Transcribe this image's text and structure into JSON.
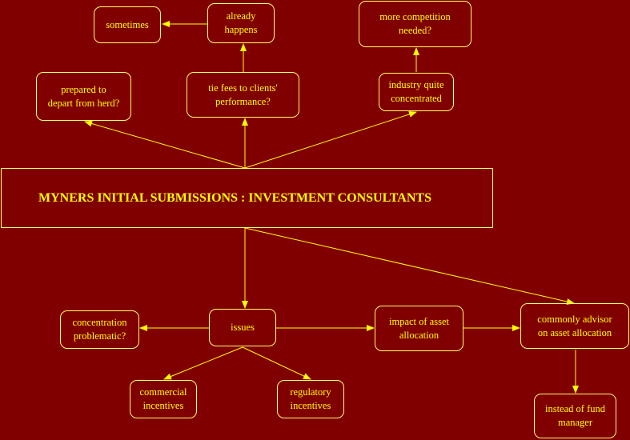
{
  "title": "MYNERS INITIAL SUBMISSIONS : INVESTMENT CONSULTANTS",
  "nodes": {
    "sometimes": "sometimes",
    "already_happens": "already\nhappens",
    "more_competition": "more competition\nneeded?",
    "prepared_to_depart": "prepared to\ndepart from herd?",
    "tie_fees": "tie fees to clients'\nperformance?",
    "industry_concentrated": "industry quite\nconcentrated",
    "concentration_problematic": "concentration\nproblematic?",
    "issues": "issues",
    "impact_asset_allocation": "impact of asset\nallocation",
    "commonly_advisor": "commonly advisor\non asset allocation",
    "commercial_incentives": "commercial\nincentives",
    "regulatory_incentives": "regulatory\nincentives",
    "instead_of_fund_manager": "instead of fund\nmanager"
  }
}
